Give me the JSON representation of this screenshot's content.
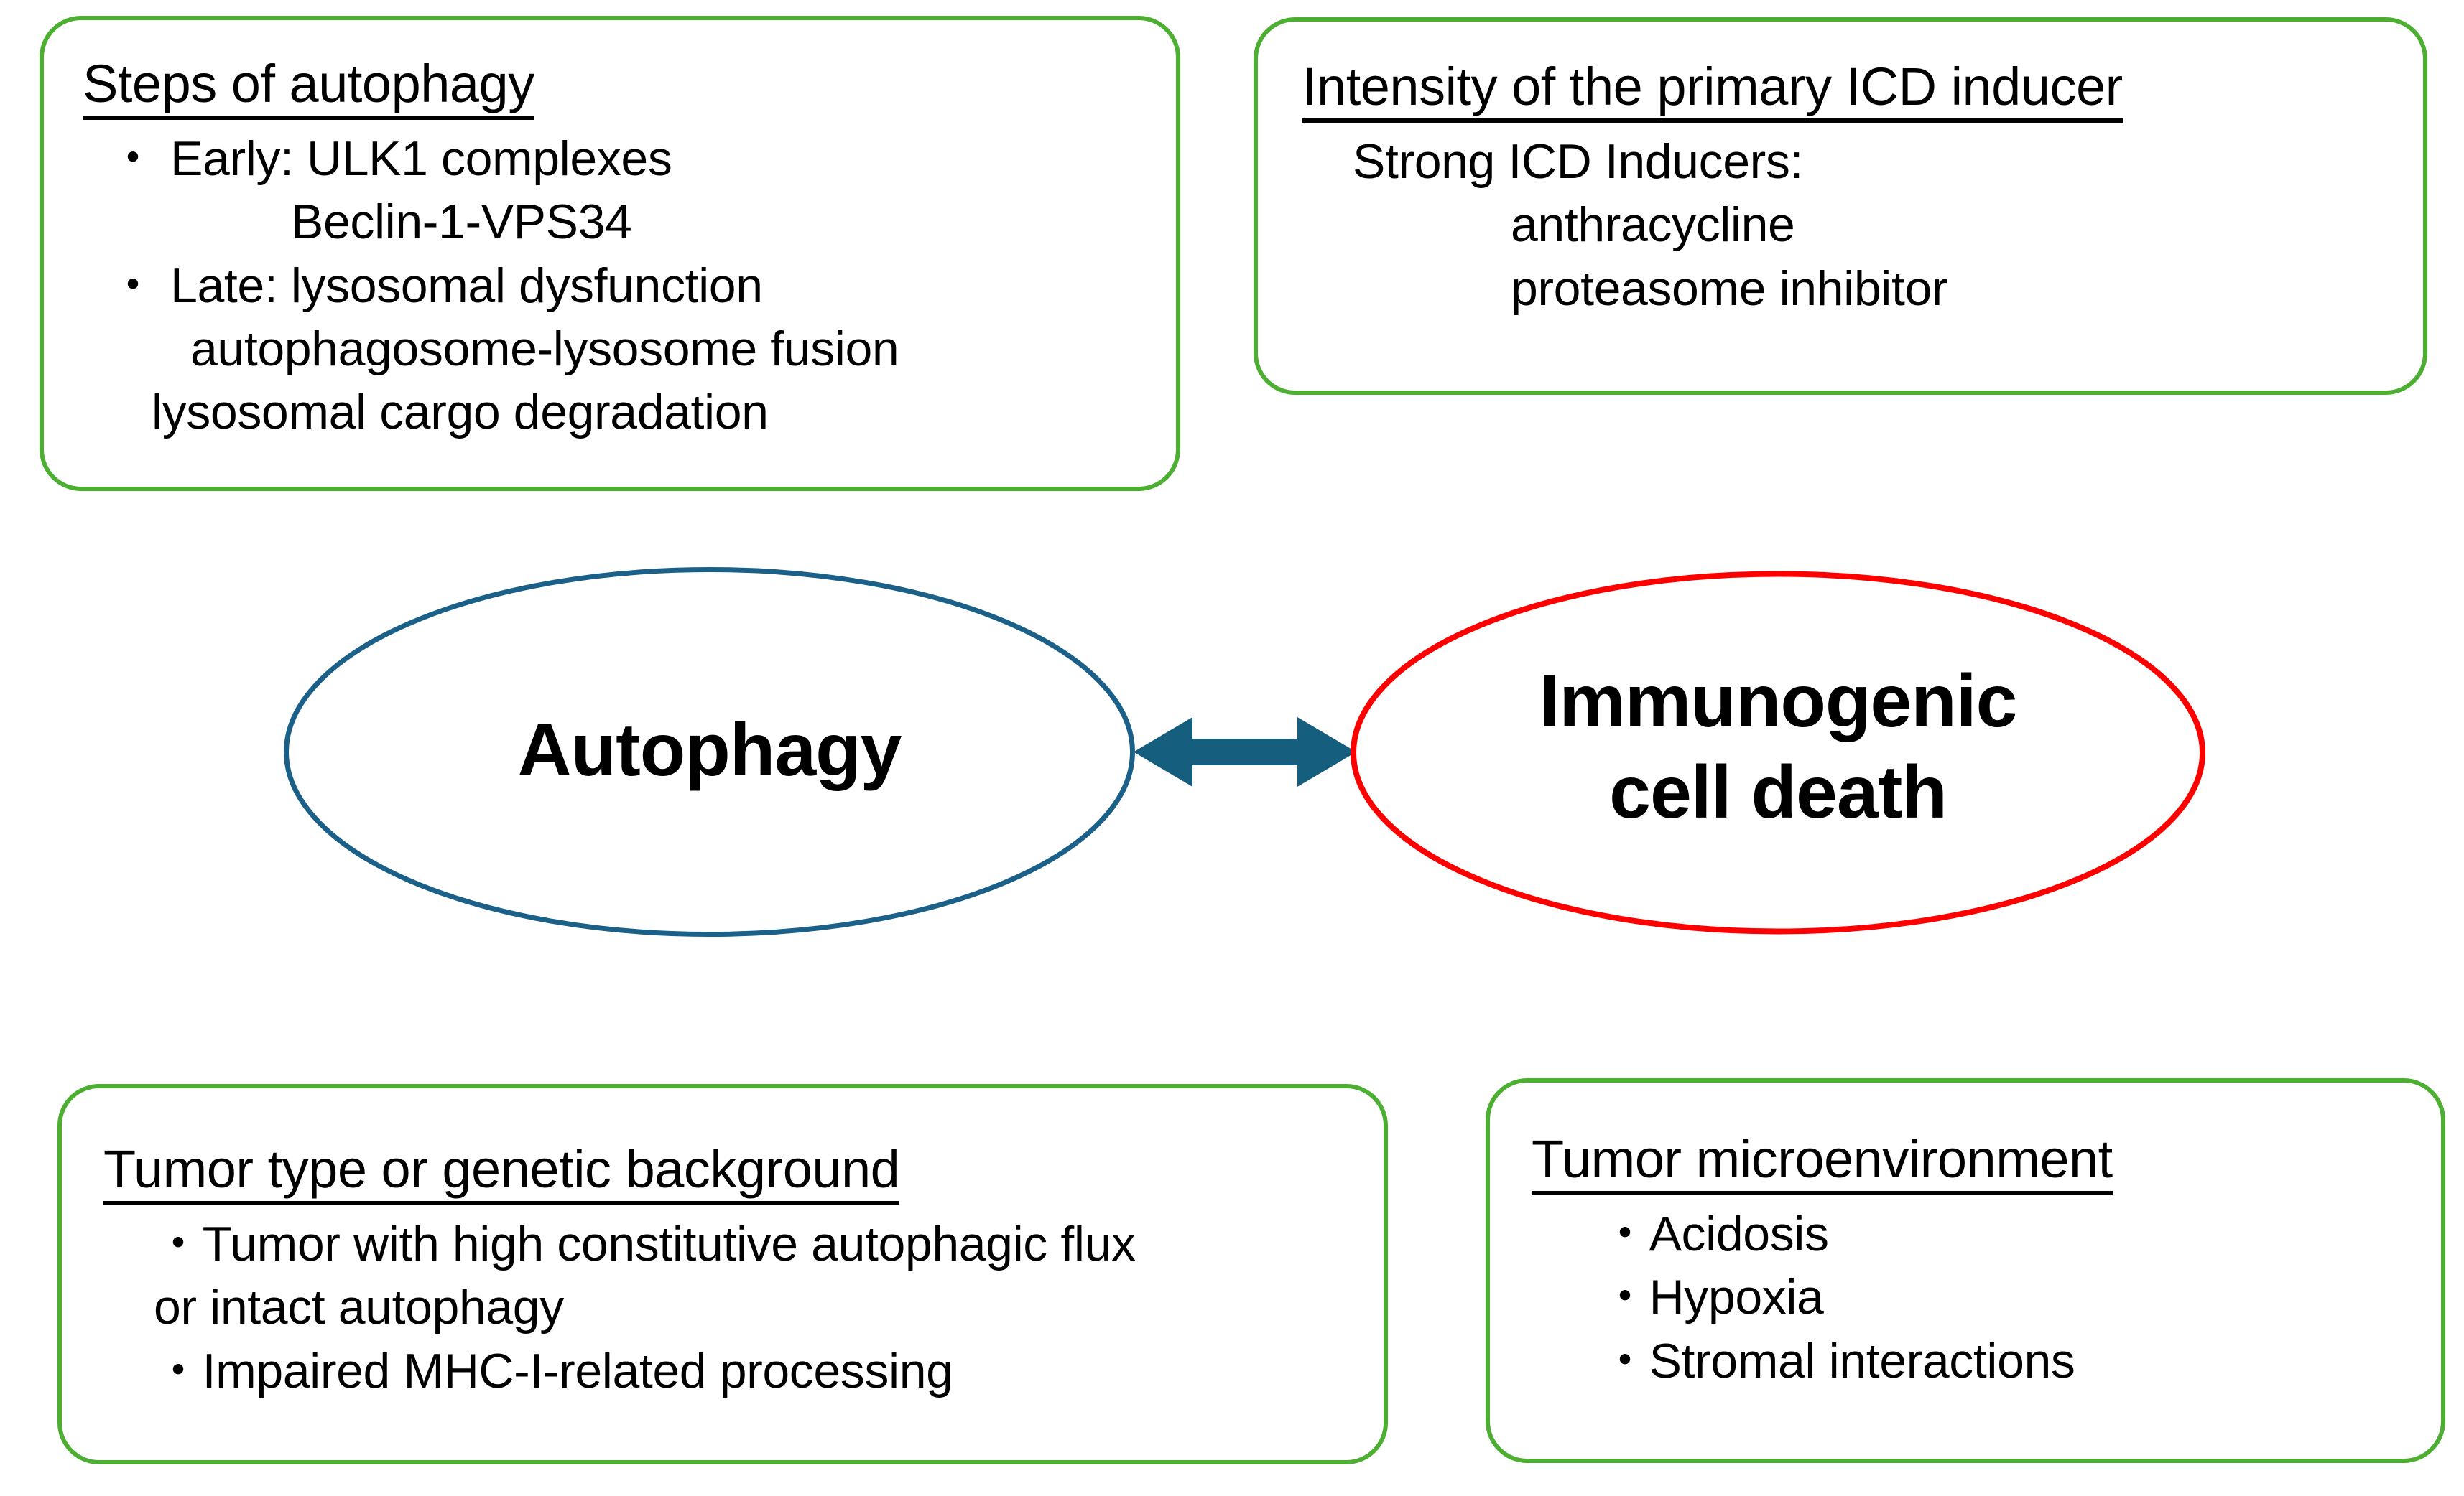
{
  "colors": {
    "box_border_green": "#4CAF32",
    "ellipse_blue": "#1B6089",
    "ellipse_red": "#FF0000",
    "arrow_teal": "#155E7D",
    "text": "#000000",
    "background": "#FFFFFF"
  },
  "boxes": {
    "steps_of_autophagy": {
      "title": "Steps of autophagy",
      "lines": [
        "・ Early: ULK1 complexes",
        "Beclin-1-VPS34",
        "・ Late: lysosomal dysfunction",
        "autophagosome-lysosome fusion",
        "lysosomal cargo degradation"
      ]
    },
    "intensity_of_icd_inducer": {
      "title": "Intensity of the primary ICD inducer",
      "lines": [
        "Strong ICD Inducers:",
        "anthracycline",
        "proteasome inhibitor"
      ]
    },
    "tumor_type": {
      "title": "Tumor type or genetic background",
      "lines": [
        "・Tumor with high constitutive autophagic flux",
        "or intact autophagy",
        "・Impaired MHC-I-related processing"
      ]
    },
    "tumor_microenvironment": {
      "title": "Tumor microenvironment",
      "lines": [
        "・Acidosis",
        "・Hypoxia",
        "・Stromal interactions"
      ]
    }
  },
  "nodes": {
    "autophagy": {
      "label": "Autophagy"
    },
    "icd": {
      "label_line1": "Immunogenic",
      "label_line2": "cell death"
    }
  },
  "connector": {
    "type": "double-headed-arrow",
    "from": "autophagy",
    "to": "icd"
  }
}
